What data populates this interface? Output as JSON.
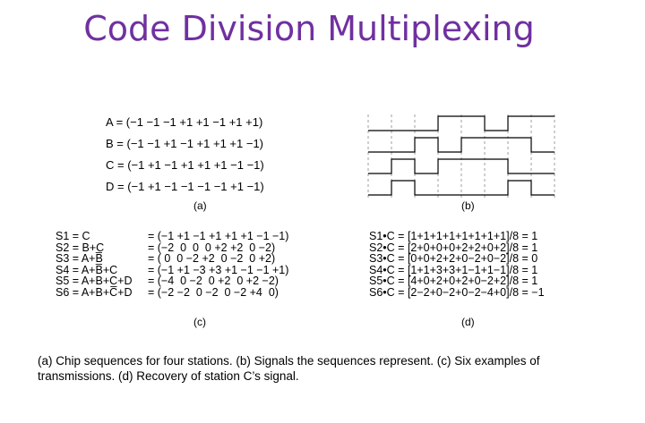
{
  "title": "Code Division Multiplexing",
  "panel_a": {
    "rows": [
      "A = (−1 −1 −1 +1 +1 −1 +1 +1)",
      "B = (−1 −1 +1 −1 +1 +1 +1 −1)",
      "C = (−1 +1 −1 +1 +1 +1 −1 −1)",
      "D = (−1 +1 −1 −1 −1 −1 +1 −1)"
    ],
    "label": "(a)"
  },
  "panel_b": {
    "label": "(b)",
    "chips": [
      [
        -1,
        -1,
        -1,
        1,
        1,
        -1,
        1,
        1
      ],
      [
        -1,
        -1,
        1,
        -1,
        1,
        1,
        1,
        -1
      ],
      [
        -1,
        1,
        -1,
        1,
        1,
        1,
        -1,
        -1
      ],
      [
        -1,
        1,
        -1,
        -1,
        -1,
        -1,
        1,
        -1
      ]
    ]
  },
  "panel_c": {
    "label": "(c)",
    "rows": [
      {
        "lhs": "S1 = C",
        "rhs": "= (−1 +1 −1 +1 +1 +1 −1 −1)"
      },
      {
        "lhs": "S2 = B+C",
        "rhs": "= (−2  0  0  0 +2 +2  0 −2)"
      },
      {
        "lhs": "S3 = A+B̅",
        "rhs": "= ( 0  0 −2 +2  0 −2  0 +2)"
      },
      {
        "lhs": "S4 = A+B̅+C",
        "rhs": "= (−1 +1 −3 +3 +1 −1 −1 +1)"
      },
      {
        "lhs": "S5 = A+B+C+D",
        "rhs": "= (−4  0 −2  0 +2  0 +2 −2)"
      },
      {
        "lhs": "S6 = A+B+C̅+D",
        "rhs": "= (−2 −2  0 −2  0 −2 +4  0)"
      }
    ]
  },
  "panel_d": {
    "label": "(d)",
    "rows": [
      "S1•C = [1+1+1+1+1+1+1+1]/8 = 1",
      "S2•C = [2+0+0+0+2+2+0+2]/8 = 1",
      "S3•C = [0+0+2+2+0−2+0−2]/8 = 0",
      "S4•C = [1+1+3+3+1−1+1−1]/8 = 1",
      "S5•C = [4+0+2+0+2+0−2+2]/8 = 1",
      "S6•C = [2−2+0−2+0−2−4+0]/8 = −1"
    ]
  },
  "caption": "(a) Chip sequences for four stations. (b) Signals the sequences represent. (c) Six examples of transmissions. (d) Recovery of station C’s signal."
}
